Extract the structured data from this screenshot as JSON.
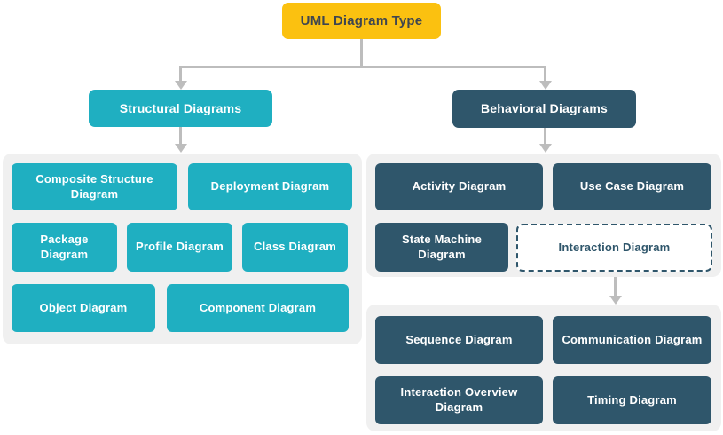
{
  "colors": {
    "root_bg": "#FBC110",
    "root_text": "#3F4650",
    "teal": "#1FAFC1",
    "dark": "#2F566B",
    "panel_bg": "#F0F0F0",
    "connector": "#BDBDBD"
  },
  "root": {
    "label": "UML Diagram Type"
  },
  "branches": [
    {
      "label": "Structural Diagrams"
    },
    {
      "label": "Behavioral Diagrams"
    }
  ],
  "structural_children": [
    {
      "label": "Composite Structure Diagram"
    },
    {
      "label": "Deployment Diagram"
    },
    {
      "label": "Package Diagram"
    },
    {
      "label": "Profile Diagram"
    },
    {
      "label": "Class Diagram"
    },
    {
      "label": "Object Diagram"
    },
    {
      "label": "Component Diagram"
    }
  ],
  "behavioral_children": [
    {
      "label": "Activity Diagram"
    },
    {
      "label": "Use Case Diagram"
    },
    {
      "label": "State Machine Diagram"
    },
    {
      "label": "Interaction Diagram"
    }
  ],
  "interaction_children": [
    {
      "label": "Sequence Diagram"
    },
    {
      "label": "Communication Diagram"
    },
    {
      "label": "Interaction Overview Diagram"
    },
    {
      "label": "Timing Diagram"
    }
  ]
}
